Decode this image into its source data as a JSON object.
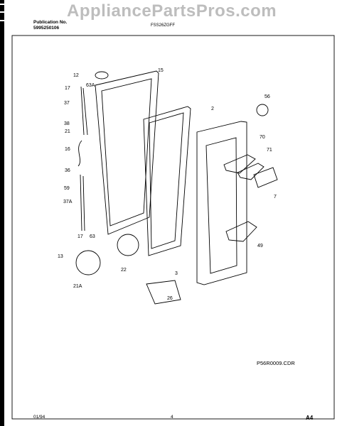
{
  "header": {
    "publication_label": "Publication No.",
    "publication_number": "5995250106",
    "model_text": "FSS26ZGFF"
  },
  "watermark": "AppliancePartsPros.com",
  "callouts": [
    "12",
    "15",
    "17",
    "63A",
    "2",
    "37",
    "56",
    "38",
    "21",
    "70",
    "16",
    "71",
    "36",
    "59",
    "7",
    "37A",
    "17",
    "63",
    "49",
    "13",
    "22",
    "3",
    "21A",
    "26"
  ],
  "drawing_file": "P56R0009.CDR",
  "footer": {
    "date": "01/94",
    "page": "4",
    "section": "A4"
  },
  "colors": {
    "background": "#ffffff",
    "border": "#000000",
    "watermark": "#aaaaaa"
  }
}
